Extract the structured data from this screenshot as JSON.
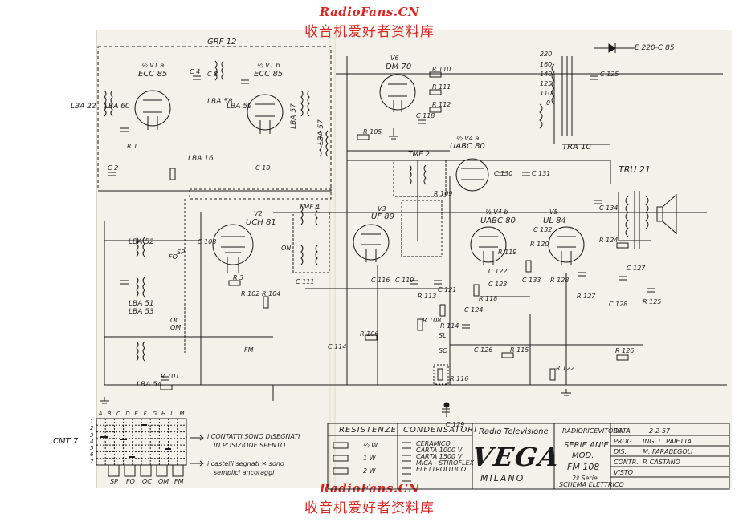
{
  "watermark": {
    "site": "RadioFans.CN",
    "cn": "收音机爱好者资料库"
  },
  "blocks": {
    "grf": "GRF 12",
    "tra": "TRA 10",
    "tru": "TRU 21",
    "tmf1": "TMF 1",
    "tmf2": "TMF 2",
    "cmt": "CMT 7",
    "mains": "E 220-C 85"
  },
  "tubes": [
    {
      "id": "v1a",
      "frac": "½ V1 a",
      "name": "ECC 85"
    },
    {
      "id": "v1b",
      "frac": "½ V1 b",
      "name": "ECC 85"
    },
    {
      "id": "v6",
      "frac": "V6",
      "name": "DM 70"
    },
    {
      "id": "v2",
      "frac": "V2",
      "name": "UCH 81"
    },
    {
      "id": "v3",
      "frac": "V3",
      "name": "UF 89"
    },
    {
      "id": "v4a",
      "frac": "½ V4 a",
      "name": "UABC 80"
    },
    {
      "id": "v4b",
      "frac": "½ V4 b",
      "name": "UABC 80"
    },
    {
      "id": "v5",
      "frac": "V5",
      "name": "UL 84"
    }
  ],
  "coils": [
    "LBA 22",
    "LBA 60",
    "LBA 58",
    "LBA 59",
    "LBA 16",
    "LBA 57",
    "LBA 57",
    "LBA 52",
    "LBA 51",
    "LBA 53",
    "LBA 54"
  ],
  "parts": [
    "C 125",
    "C 4",
    "C 8",
    "C 10",
    "C 2",
    "R 1",
    "R 3",
    "R 105",
    "R 110",
    "R 111",
    "R 112",
    "C 118",
    "C 108",
    "C 111",
    "C 114",
    "C 116",
    "C 119",
    "C 121",
    "C 122",
    "C 123",
    "C 124",
    "C 126",
    "C 127",
    "C 128",
    "C 129",
    "C 130",
    "C 131",
    "C 132",
    "C 133",
    "C 134",
    "R 101",
    "R 102",
    "R 104",
    "R 106",
    "R 108",
    "R 109",
    "R 113",
    "R 114",
    "R 115",
    "R 116",
    "R 118",
    "R 119",
    "R 120",
    "R 122",
    "R 124",
    "R 125",
    "R 126",
    "R 127",
    "R 128"
  ],
  "switch_labels": [
    "FM",
    "OM",
    "OC",
    "SP",
    "FO",
    "ON",
    "SL",
    "SO"
  ],
  "legend": {
    "contacts_line1": "i CONTATTI SONO DISEGNATI",
    "contacts_line2": "IN POSIZIONE SPENTO",
    "bridged_line1": "i castelli segnati ✕ sono",
    "bridged_line2": "semplici ancoraggi"
  },
  "cmt_columns": [
    "A",
    "B",
    "C",
    "D",
    "E",
    "F",
    "G",
    "H",
    "I",
    "M"
  ],
  "cmt_rows": [
    "1",
    "2",
    "3",
    "4",
    "5",
    "6",
    "7"
  ],
  "cmt_keys": [
    "SP",
    "FO",
    "OC",
    "OM",
    "FM"
  ],
  "resistenze": {
    "title": "RESISTENZE",
    "rows": [
      "½ W",
      "1 W",
      "2 W"
    ]
  },
  "condensatori": {
    "title": "CONDENSATORI",
    "rows": [
      "CERAMICO",
      "CARTA 1000 V",
      "CARTA 1500 V",
      "MICA - STIROFLEX",
      "ELETTROLITICO"
    ]
  },
  "title_block": {
    "company": "Radio Televisione",
    "brand": "VEGA",
    "city": "MILANO",
    "product_type": "RADIORICEVITORE",
    "series": "SERIE ANIE",
    "model_label": "MOD.",
    "model": "FM 108",
    "edition": "2ª Serie",
    "doc": "SCHEMA ELETTRICO",
    "rows": [
      {
        "k": "DATA",
        "v": "2-2-57"
      },
      {
        "k": "PROG.",
        "v": "ING. L. PAIETTA"
      },
      {
        "k": "DIS.",
        "v": "M. FARABEGOLI"
      },
      {
        "k": "CONTR.",
        "v": "P. CASTANO"
      },
      {
        "k": "VISTO",
        "v": ""
      }
    ]
  },
  "mains_taps": [
    "220",
    "160",
    "140",
    "125",
    "110",
    "0"
  ],
  "colors": {
    "ink": "#1a1a1a",
    "paper": "#f4f1ea",
    "watermark": "#d8281f",
    "pencil": "#6a6a6a"
  }
}
